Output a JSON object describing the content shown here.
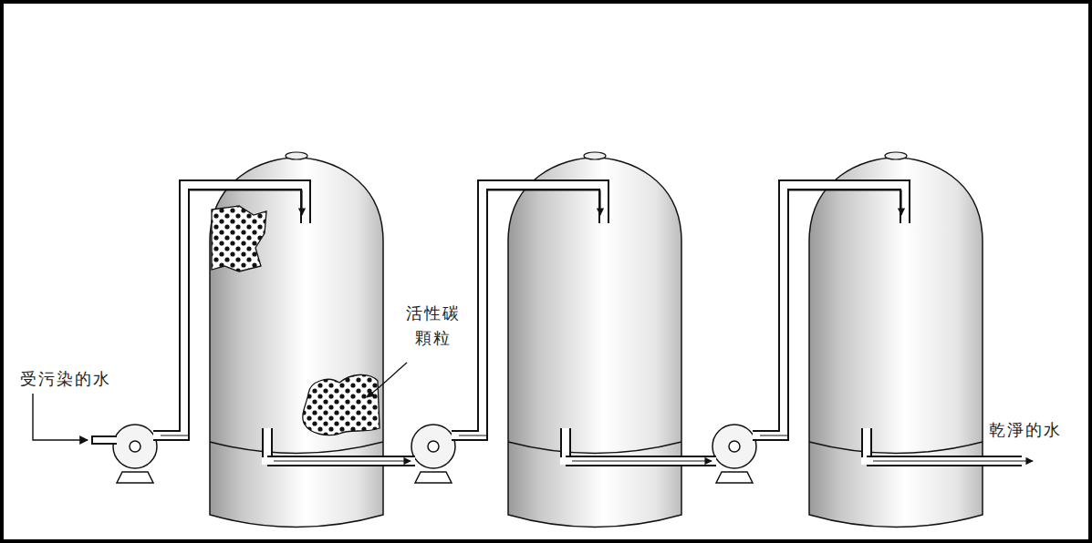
{
  "diagram": {
    "labels": [
      "受污染的水",
      "活性碳 顆粒",
      "乾淨的水"
    ]
  }
}
